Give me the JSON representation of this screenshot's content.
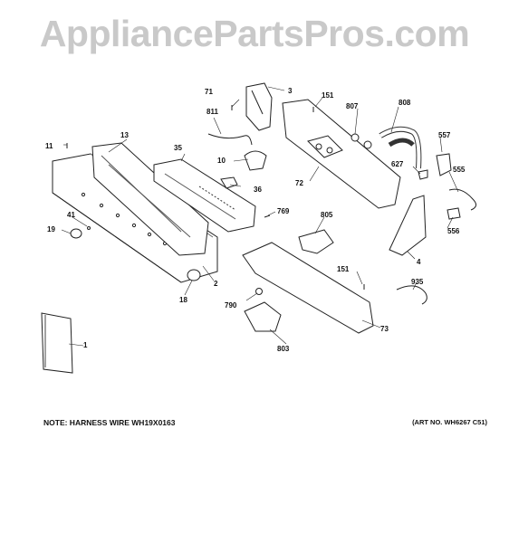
{
  "watermark": "AppliancePartsPros.com",
  "note": "NOTE: HARNESS WIRE WH19X0163",
  "art_number": "(ART NO. WH6267 C51)",
  "callouts": [
    "71",
    "3",
    "151",
    "807",
    "808",
    "811",
    "557",
    "13",
    "11",
    "35",
    "10",
    "36",
    "72",
    "627",
    "555",
    "769",
    "805",
    "41",
    "19",
    "556",
    "4",
    "2",
    "151",
    "935",
    "18",
    "790",
    "73",
    "803",
    "1"
  ]
}
